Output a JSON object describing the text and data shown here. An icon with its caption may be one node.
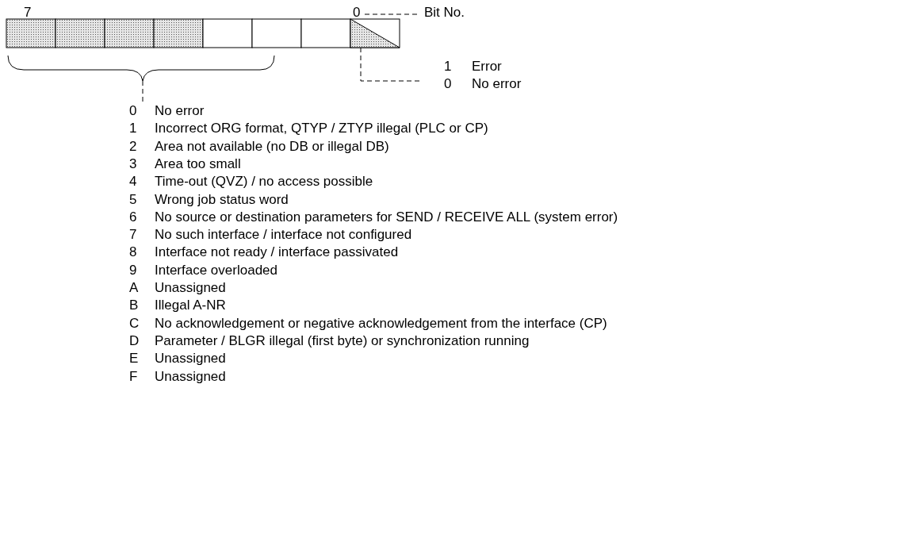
{
  "diagram": {
    "nodes": [
      {
        "text": [],
        "shape": "box"
      },
      {
        "text": [],
        "shape": "box"
      },
      {
        "text": [],
        "shape": "box"
      },
      {
        "text": [],
        "shape": "box"
      },
      {
        "text": [],
        "shape": "box"
      },
      {
        "text": [],
        "shape": "box"
      },
      {
        "text": [],
        "shape": "box"
      },
      {
        "text": [],
        "shape": "box"
      },
      {
        "text": [
          "0"
        ]
      },
      {
        "text": [
          "Bit No."
        ]
      },
      {
        "text": [
          "1",
          "Error",
          "0",
          "No error"
        ]
      },
      {
        "text": [],
        "shape": "brace"
      },
      {
        "text": [
          "0",
          "No error",
          "1",
          "Incorrect ORG format, QTYP / ZTYP illegal (PLC or CP)",
          "2",
          "Area not available (no DB or illegal DB)",
          "3",
          "Area too small",
          "4",
          "Time-out (QVZ) / no access possible",
          "5",
          "Wrong job status word",
          "6",
          "No source or destination parameters for SEND / RECEIVE ALL (system error)",
          "7",
          "No such interface / interface not configured",
          "8",
          "Interface not ready / interface passivated",
          "9",
          "Interface overloaded",
          "A",
          "Unassigned",
          "B",
          "Illegal A-NR",
          "C",
          "No acknowledgement or negative acknowledgement from the interface (CP)",
          "D",
          "Parameter / BLGR illegal (first byte) or synchronization running",
          "E",
          "Unassigned",
          "F",
          "Unassigned"
        ]
      }
    ],
    "edges": [
      {
        "from": 8,
        "to": 9,
        "arrow": "none",
        "style": "dashed"
      },
      {
        "from": 7,
        "to": 10,
        "arrow": "none",
        "style": "dashed"
      },
      {
        "from": 11,
        "to": 12,
        "arrow": "none",
        "style": "dashed"
      }
    ],
    "labels": [
      "7"
    ]
  }
}
